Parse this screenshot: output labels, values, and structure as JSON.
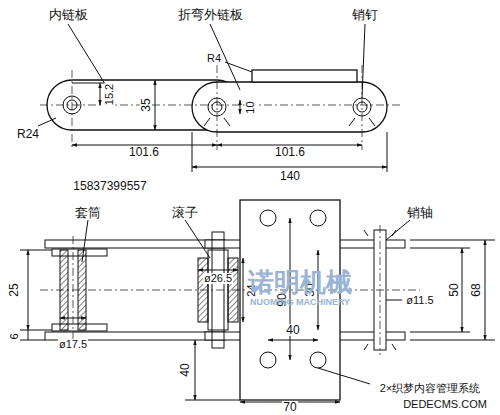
{
  "diagram": {
    "labels": [
      "内链板",
      "折弯外链板",
      "销钉",
      "R4",
      "15.2",
      "35",
      "10",
      "R24",
      "101.6",
      "101.6",
      "140",
      "15837399557",
      "套筒",
      "滚子",
      "销轴",
      "6",
      "25",
      "ø26.5",
      "24",
      "90",
      "30",
      "ø11.5",
      "50",
      "68",
      "ø17.5",
      "40",
      "40",
      "70",
      "2×织梦内容管理系统",
      "DEDECMS.COM",
      "诺明机械",
      "NUOMING MACHINERY"
    ]
  }
}
